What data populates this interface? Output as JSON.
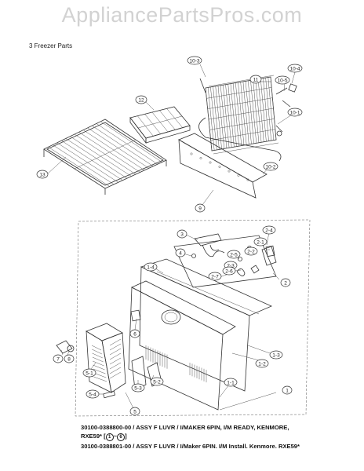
{
  "watermark": "AppliancePartsPros.com",
  "section_title": "3 Freezer Parts",
  "callouts": {
    "c10_3": "10-3",
    "c10_4": "10-4",
    "c11": "11",
    "c10_5": "10-5",
    "c10_1": "10-1",
    "c12": "12",
    "c10_2": "10-2",
    "c13": "13",
    "c9": "9",
    "c2_4": "2-4",
    "c3": "3",
    "c2_1": "2-1",
    "c4": "4",
    "c2_2": "2-2",
    "c2_5": "2-5",
    "c2_3": "2-3",
    "c1_4": "1-4",
    "c2_7": "2-7",
    "c2_6": "2-6",
    "c2": "2",
    "c6": "6",
    "c1_3": "1-3",
    "c1_2": "1-2",
    "c7": "7",
    "c8": "8",
    "c5_1": "5-1",
    "c5_3": "5-3",
    "c5_2": "5-2",
    "c5_4": "5-4",
    "c5": "5",
    "c1_1": "1-1",
    "c1": "1"
  },
  "captions": {
    "line1a": "30100-0388800-00 / ASSY F LUVR / I/MAKER 6PIN, I/M READY, KENMORE,",
    "line1b_prefix": "RXE59* [",
    "range_start": "1",
    "range_sep": "~",
    "range_end": "6",
    "line1b_suffix": "]",
    "line2": "30100-0388801-00 / ASSY F LUVR / I/Maker 6PIN. I/M Install. Kenmore. RXE59*"
  }
}
